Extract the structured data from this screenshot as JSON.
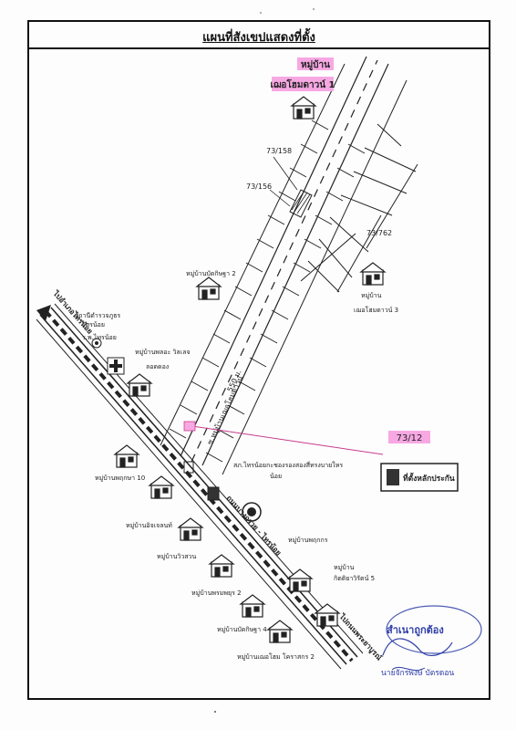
{
  "title": "แผนที่สังเขปแสดงที่ตั้ง",
  "highlight": {
    "line1": "หมู่บ้าน",
    "line2": "เฌอโฮมดาวน์ 1"
  },
  "parcels": {
    "p1": "73/158",
    "p2": "73/156",
    "p3": "73/762",
    "p4": "73/12"
  },
  "villages": {
    "v1": "หมู่บ้านบัดกิษฐา 2",
    "v2": "หมู่บ้าน",
    "v3": "เฌอโฮมดาวน์ 3",
    "v4": "หมู่บ้านพลอะ วิลเลจ",
    "v5": "ลอดดอง",
    "v6": "หมู่บ้านพฤกษา 10",
    "v7": "หมู่บ้านอิจเจลนท์",
    "v8": "หมู่บ้านวิวสวน",
    "v9": "หมู่บ้านพรมพยุร 2",
    "v10": "หมู่บ้านบัดกิษฐา 4",
    "v11": "หมู่บ้านเฌอโฮม โคราสกร 2",
    "v12": "หมู่บ้านพฤกกร",
    "v13": "หมู่บ้าน",
    "v14": "กิตติยาวิรัตน์ 5"
  },
  "landmarks": {
    "hospital1": "สถานีตำรวจภูธร",
    "hospital2": "ไทรน้อย",
    "hospital3": "ร.พ.ไทรน้อย",
    "office1": "สภ.ไทรน้อยกะชองรองสองสี่ทรงบายใหร",
    "office2": "น้อย"
  },
  "roads": {
    "main_road_top": "ไปอำเภอไทรน้อย",
    "main_road": "ถนนบางกรวย - ไทรน้อย",
    "main_road_bottom": "ไปถนนพระยาบูรณ์",
    "soi": "ซ.หมู่บ้านเฌอโฮมดาวน์",
    "distance": "550 ม."
  },
  "legend": {
    "label": "ที่ตั้งหลักประกัน"
  },
  "stamp": {
    "line1": "สำเนาถูกต้อง",
    "line2": "นายจักรพงษ์ บัตรดอน"
  },
  "colors": {
    "highlight": "#f7a8e3",
    "stamp": "#2e3ea8",
    "ink": "#222222",
    "pointer": "#c83c8c"
  }
}
